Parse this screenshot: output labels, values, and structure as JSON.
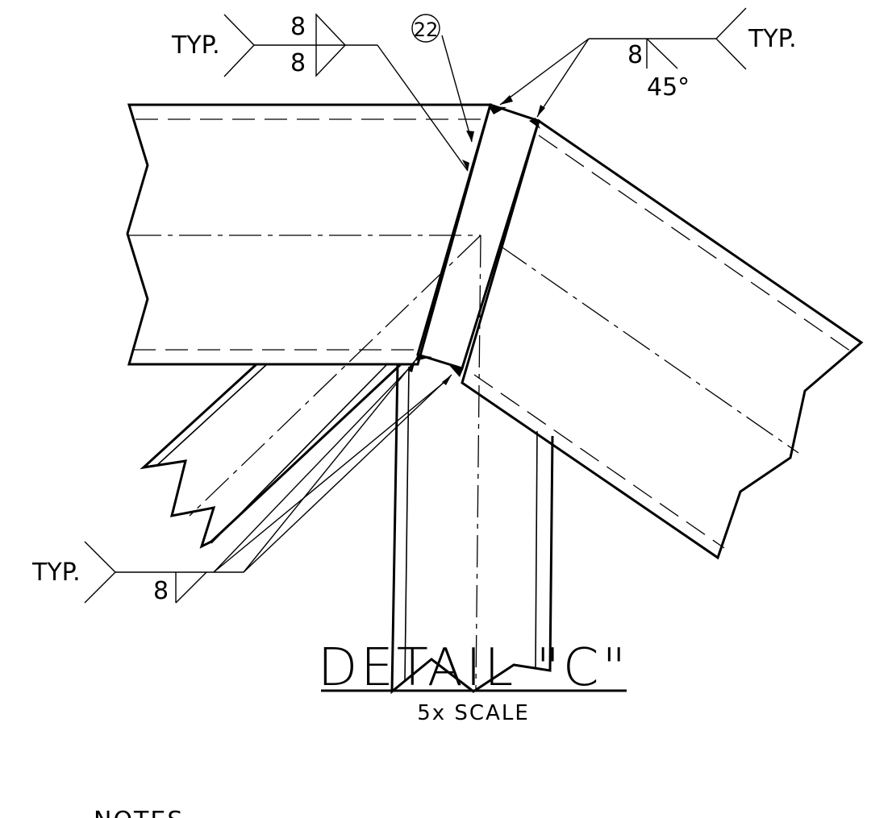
{
  "callouts": {
    "top_left_typ": "TYP.",
    "top_left_weld_upper": "8",
    "top_left_weld_lower": "8",
    "item_number": "22",
    "top_right_weld_size": "8",
    "top_right_angle": "45°",
    "top_right_typ": "TYP.",
    "bottom_left_typ": "TYP.",
    "bottom_left_weld_size": "8"
  },
  "title_block": {
    "title": "DETAIL \"C\"",
    "scale": "5x SCALE",
    "notes_heading": "NOTES"
  }
}
